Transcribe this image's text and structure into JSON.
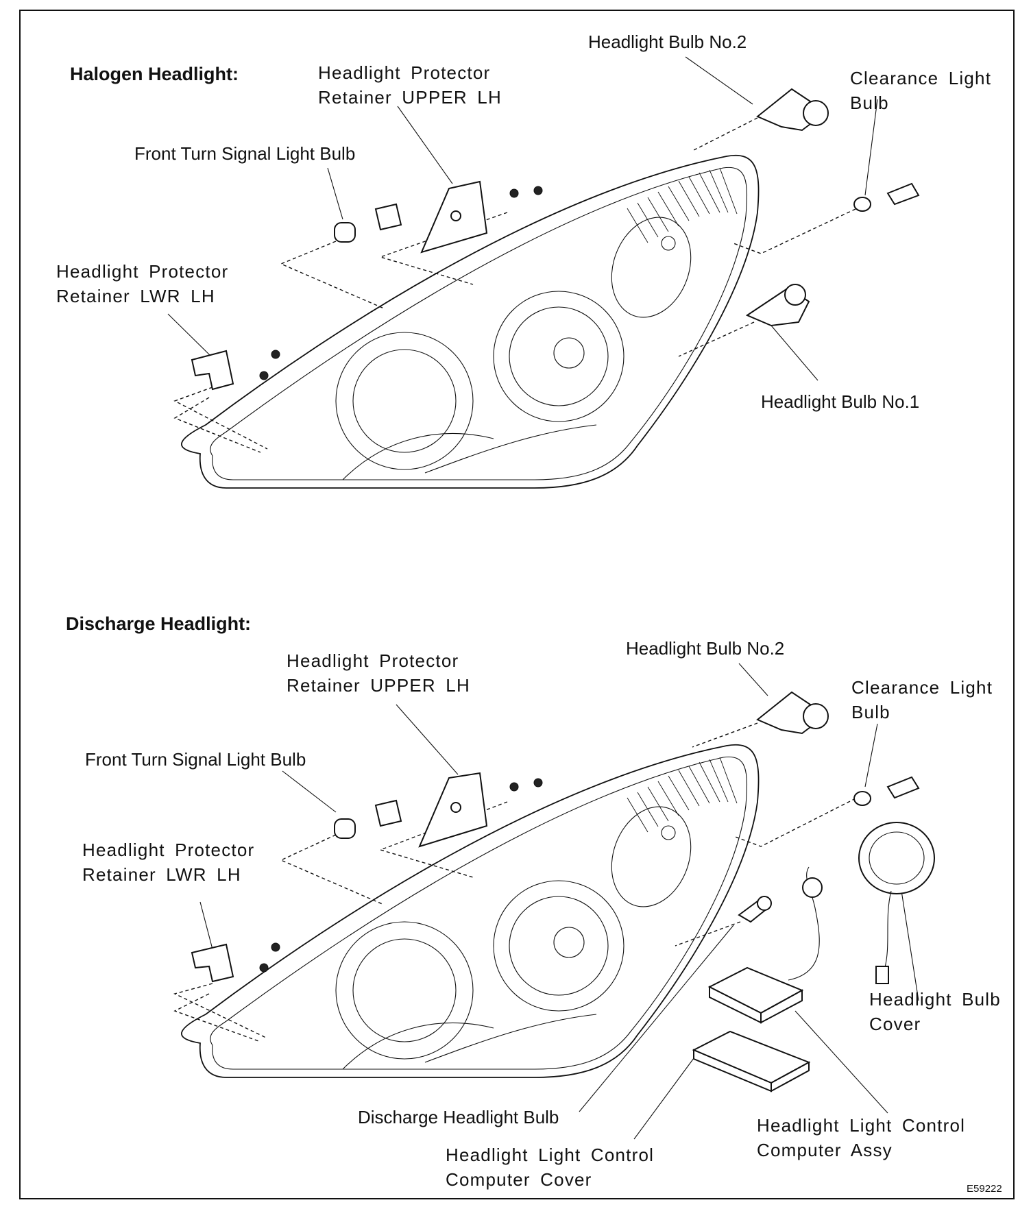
{
  "halogen": {
    "title": "Halogen Headlight:",
    "bulb_no2": "Headlight Bulb No.2",
    "retainer_upper": [
      "Headlight Protector",
      "Retainer UPPER LH"
    ],
    "clearance_bulb": [
      "Clearance Light",
      "Bulb"
    ],
    "turn_signal_bulb": "Front Turn Signal Light Bulb",
    "retainer_lwr": [
      "Headlight Protector",
      "Retainer LWR LH"
    ],
    "bulb_no1": "Headlight Bulb No.1"
  },
  "discharge": {
    "title": "Discharge Headlight:",
    "retainer_upper": [
      "Headlight Protector",
      "Retainer UPPER LH"
    ],
    "bulb_no2": "Headlight Bulb No.2",
    "clearance_bulb": [
      "Clearance Light",
      "Bulb"
    ],
    "turn_signal_bulb": "Front Turn Signal Light Bulb",
    "retainer_lwr": [
      "Headlight Protector",
      "Retainer LWR LH"
    ],
    "bulb_cover": [
      "Headlight Bulb",
      "Cover"
    ],
    "discharge_bulb": "Discharge Headlight Bulb",
    "computer_cover": [
      "Headlight Light Control",
      "Computer Cover"
    ],
    "computer_assy": [
      "Headlight Light Control",
      "Computer Assy"
    ]
  },
  "figure_code": "E59222"
}
